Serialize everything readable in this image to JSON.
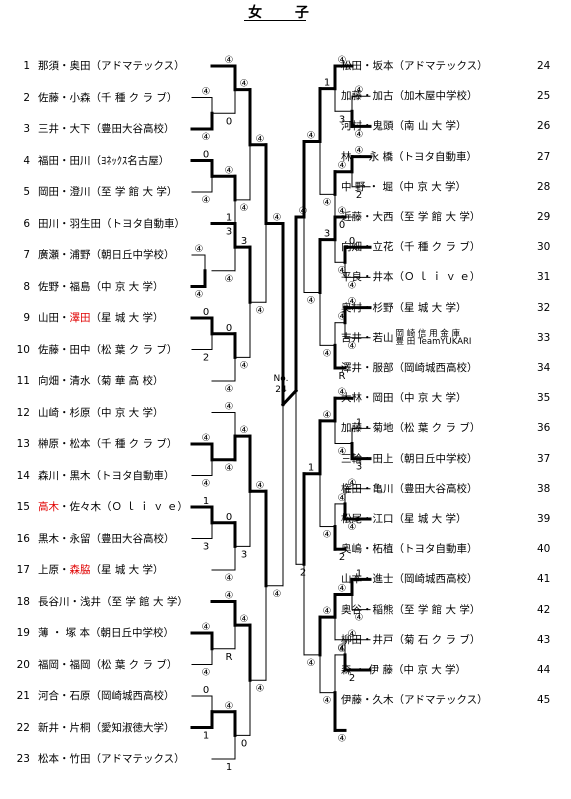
{
  "title": "女 子",
  "left_entries": [
    {
      "num": "1",
      "text": "那須・奥田（アドマテックス）"
    },
    {
      "num": "2",
      "text": "佐藤・小森（千 種 ク ラ ブ）"
    },
    {
      "num": "3",
      "text": "三井・大下（豊田大谷高校）"
    },
    {
      "num": "4",
      "text": "福田・田川（ﾖﾈｯｸｽ名古屋）"
    },
    {
      "num": "5",
      "text": "岡田・澄川（至 学 館 大 学）"
    },
    {
      "num": "6",
      "text": "田川・羽生田（トヨタ自動車）"
    },
    {
      "num": "7",
      "text": "廣瀬・浦野（朝日丘中学校）"
    },
    {
      "num": "8",
      "text": "佐野・福島（中 京 大 学）"
    },
    {
      "num": "9",
      "text_a": "山田・",
      "text_red": "澤田",
      "text_b": "（星 城 大 学）"
    },
    {
      "num": "10",
      "text": "佐藤・田中（松 葉 ク ラ ブ）"
    },
    {
      "num": "11",
      "text": "向畑・清水（菊 華 高 校）"
    },
    {
      "num": "12",
      "text": "山崎・杉原（中 京 大 学）"
    },
    {
      "num": "13",
      "text": "榊原・松本（千 種 ク ラ ブ）"
    },
    {
      "num": "14",
      "text": "森川・黒木（トヨタ自動車）"
    },
    {
      "num": "15",
      "text_a": "",
      "text_red": "高木",
      "text_b": "・佐々木（Ｏ ｌ ｉ ｖ ｅ）"
    },
    {
      "num": "16",
      "text": "黒木・永留（豊田大谷高校）"
    },
    {
      "num": "17",
      "text_a": "上原・",
      "text_red": "森脇",
      "text_b": "（星 城 大 学）"
    },
    {
      "num": "18",
      "text": "長谷川・浅井（至 学 館 大 学）"
    },
    {
      "num": "19",
      "text": "薄 ・ 塚 本（朝日丘中学校）"
    },
    {
      "num": "20",
      "text": "福岡・福岡（松 葉 ク ラ ブ）"
    },
    {
      "num": "21",
      "text": "河合・石原（岡崎城西高校）"
    },
    {
      "num": "22",
      "text": "新井・片桐（愛知淑徳大学）"
    },
    {
      "num": "23",
      "text": "松本・竹田（アドマテックス）"
    }
  ],
  "right_entries": [
    {
      "num": "24",
      "text": "松田・坂本（アドマテックス）"
    },
    {
      "num": "25",
      "text": "加藤・加古（加木屋中学校）"
    },
    {
      "num": "26",
      "text": "河村・鬼頭（南 山 大 学）"
    },
    {
      "num": "27",
      "text": "林 ・ 永 橋（トヨタ自動車）"
    },
    {
      "num": "28",
      "text": "中 野 ・ 堀（中 京 大 学）"
    },
    {
      "num": "29",
      "text": "近藤・大西（至 学 館 大 学）"
    },
    {
      "num": "30",
      "text": "向畑・立花（千 種 ク ラ ブ）"
    },
    {
      "num": "31",
      "text": "平良・井本（Ｏ ｌ ｉ ｖ ｅ）"
    },
    {
      "num": "32",
      "text": "奥村・杉野（星 城 大 学）"
    },
    {
      "num": "33",
      "text": "吉井・若山",
      "team1": "岡 崎 信 用 金 庫",
      "team2": "豊 田 TeamYUKARI"
    },
    {
      "num": "34",
      "text": "澤井・服部（岡崎城西高校）"
    },
    {
      "num": "35",
      "text": "大林・岡田（中 京 大 学）"
    },
    {
      "num": "36",
      "text": "加藤・菊地（松 葉 ク ラ ブ）"
    },
    {
      "num": "37",
      "text": "三輪・田上（朝日丘中学校）"
    },
    {
      "num": "38",
      "text": "権田・亀川（豊田大谷高校）"
    },
    {
      "num": "39",
      "text": "松尾・江口（星 城 大 学）"
    },
    {
      "num": "40",
      "text": "奥嶋・柘植（トヨタ自動車）"
    },
    {
      "num": "41",
      "text": "山本・進士（岡崎城西高校）"
    },
    {
      "num": "42",
      "text": "奥谷・稲熊（至 学 館 大 学）"
    },
    {
      "num": "43",
      "text": "柳田・井戸（菊 石 ク ラ ブ）"
    },
    {
      "num": "44",
      "text": "森 ・ 伊 藤（中 京 大 学）"
    },
    {
      "num": "45",
      "text": "伊藤・久木（アドマテックス）"
    }
  ],
  "final_label": "No.\n24",
  "scores": {
    "left": [
      "④",
      "④",
      "0",
      "④",
      "④",
      "④",
      "0",
      "2",
      "④",
      "④",
      "1",
      "3",
      "④",
      "④",
      "0",
      "1",
      "④",
      "0",
      "④",
      "3",
      "1",
      "④",
      "0",
      "④",
      "④",
      "④",
      "0",
      "④",
      "④",
      "R",
      "④",
      "1",
      "④",
      "④",
      "3",
      "④",
      "④",
      "3",
      "④",
      "0",
      "④",
      "④",
      "④",
      "④",
      "④",
      "④",
      "④",
      "④",
      "0",
      "④",
      "④",
      "④",
      "0"
    ],
    "right": [
      "④",
      "④",
      "④",
      "2",
      "0",
      "④",
      "④",
      "④",
      "1",
      "3",
      "④",
      "④",
      "1",
      "④",
      "④",
      "2",
      "④",
      "3",
      "④",
      "0",
      "④",
      "④",
      "④",
      "R",
      "④",
      "④",
      "④",
      "2",
      "④",
      "④",
      "④",
      "④",
      "1",
      "④",
      "3",
      "④",
      "④",
      "④",
      "④",
      "④",
      "④",
      "④",
      "1",
      "④",
      "④",
      "2",
      "2",
      "④",
      "④",
      "④",
      "④"
    ]
  }
}
